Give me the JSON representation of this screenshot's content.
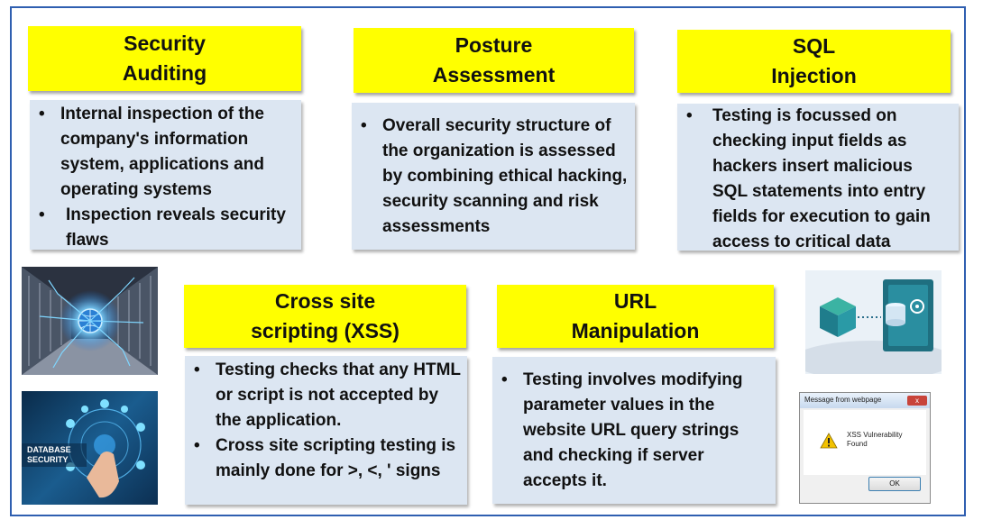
{
  "colors": {
    "title_bg": "#ffff00",
    "box_bg": "#dce6f2",
    "frame": "#2f5fb0"
  },
  "cards": {
    "security_auditing": {
      "title": [
        "Security",
        "Auditing"
      ],
      "bullets": [
        "Internal inspection of the company's information system, applications and operating systems",
        "Inspection reveals security flaws"
      ]
    },
    "posture_assessment": {
      "title": [
        "Posture",
        "Assessment"
      ],
      "bullets": [
        "Overall security structure of the organization is assessed by combining ethical hacking, security scanning and risk assessments"
      ]
    },
    "sql_injection": {
      "title": [
        "SQL",
        "Injection"
      ],
      "bullets": [
        "Testing is focussed on checking input fields as hackers insert malicious SQL statements into entry fields for execution to gain access to critical data"
      ]
    },
    "xss": {
      "title": [
        "Cross site",
        "scripting (XSS)"
      ],
      "bullets": [
        "Testing checks that any HTML or script is not accepted by the application.",
        "Cross site scripting testing is mainly done for >, <, ' signs"
      ]
    },
    "url_manipulation": {
      "title": [
        "URL",
        "Manipulation"
      ],
      "bullets": [
        "Testing involves modifying parameter values in the website URL query strings and checking if server accepts it."
      ]
    }
  },
  "images": {
    "database_security_label": "DATABASE SECURITY",
    "dialog": {
      "title": "Message from webpage",
      "message": "XSS Vulnerability Found",
      "ok_label": "OK",
      "close_label": "x"
    }
  }
}
